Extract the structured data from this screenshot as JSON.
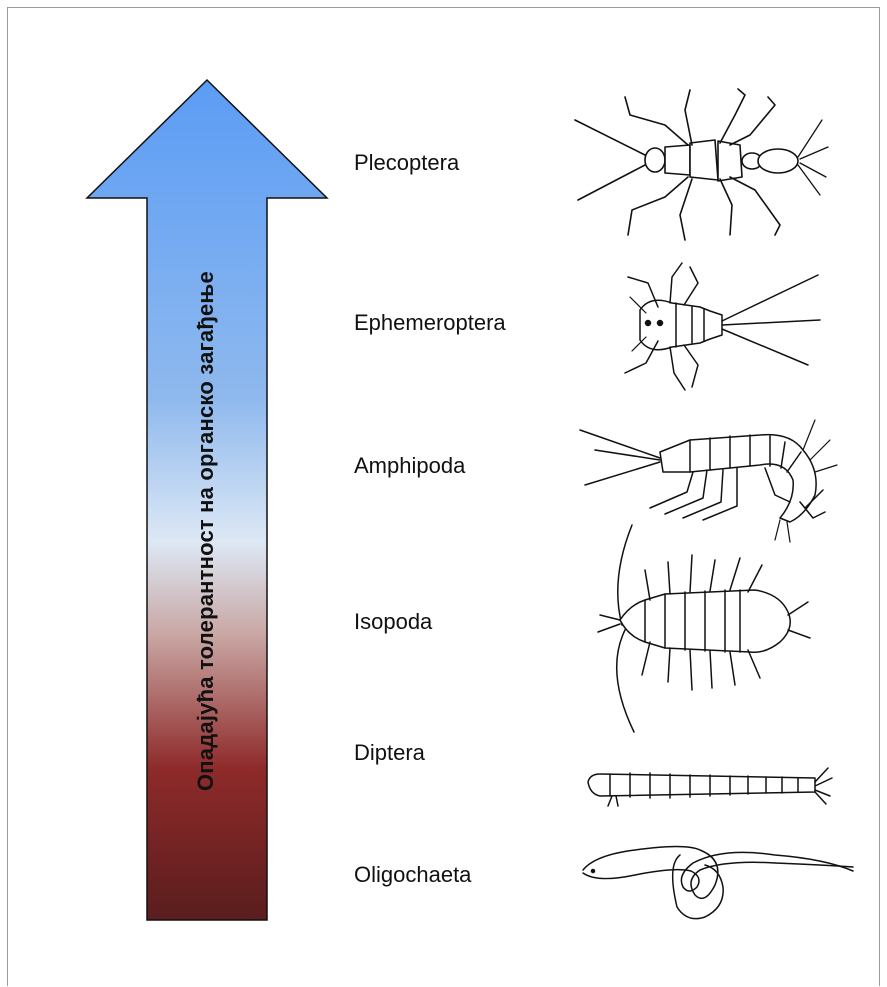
{
  "arrow": {
    "label": "Опадајућа толерантност на органско загађење",
    "gradient": [
      "#5b9cf5",
      "#8fb9ee",
      "#d9e7f6",
      "#c9a7a4",
      "#8e2a2a",
      "#5a1d1d"
    ]
  },
  "taxa": [
    {
      "name": "Plecoptera",
      "icon": "stonefly-nymph-icon"
    },
    {
      "name": "Ephemeroptera",
      "icon": "mayfly-nymph-icon"
    },
    {
      "name": "Amphipoda",
      "icon": "amphipod-icon"
    },
    {
      "name": "Isopoda",
      "icon": "isopod-icon"
    },
    {
      "name": "Diptera",
      "icon": "fly-larva-icon"
    },
    {
      "name": "Oligochaeta",
      "icon": "worm-icon"
    }
  ]
}
